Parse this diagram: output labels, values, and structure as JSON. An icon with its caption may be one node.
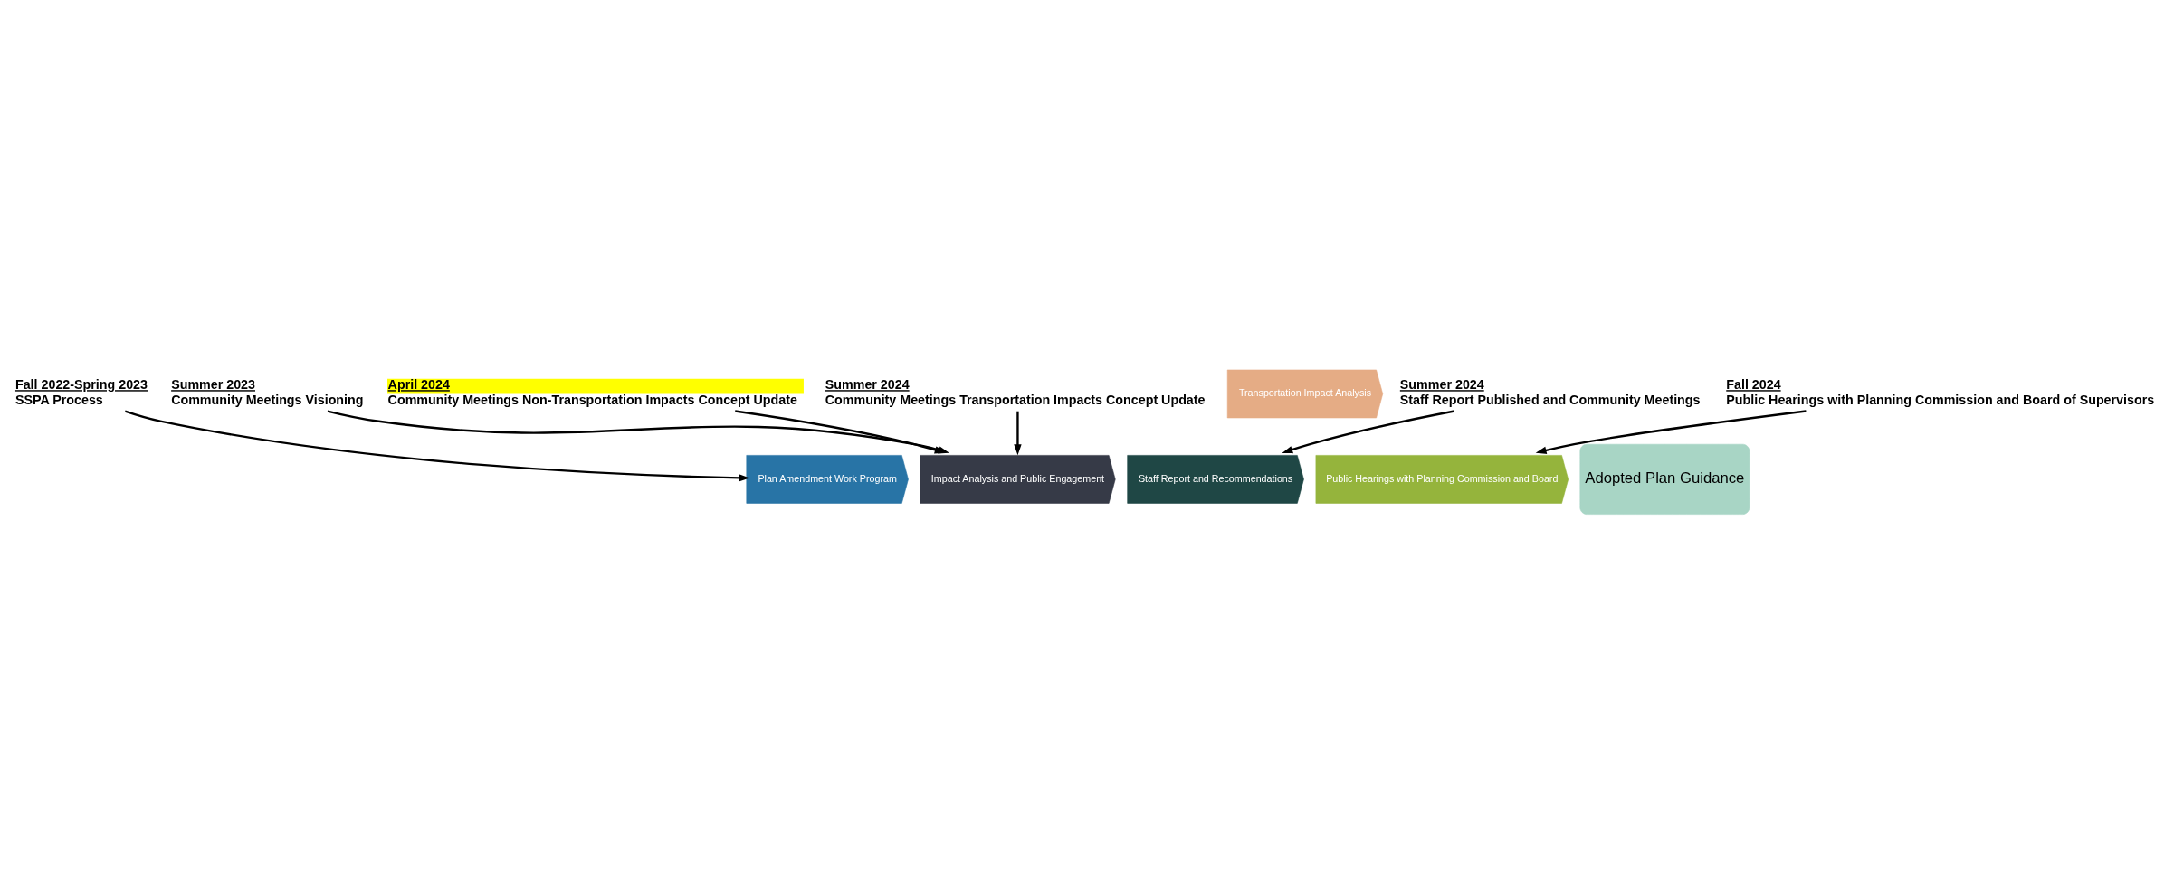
{
  "diagram": {
    "nodes": [
      {
        "text": [
          "Fall 2022-Spring 2023",
          "SSPA Process"
        ]
      },
      {
        "text": [
          "Summer 2023",
          "Community Meetings Visioning"
        ]
      },
      {
        "text": [
          "April 2024",
          "Community Meetings Non-Transportation Impacts Concept Update"
        ]
      },
      {
        "text": [
          "Summer 2024",
          "Community Meetings Transportation Impacts Concept Update"
        ]
      },
      {
        "text": [
          "Summer 2024",
          "Staff Report Published and Community Meetings"
        ]
      },
      {
        "text": [
          "Fall 2024",
          "Public Hearings with Planning Commission and Board of Supervisors"
        ]
      },
      {
        "text": [
          "Transportation Impact Analysis"
        ]
      },
      {
        "text": [
          "Plan Amendment Work Program"
        ]
      },
      {
        "text": [
          "Impact Analysis and Public Engagement"
        ]
      },
      {
        "text": [
          "Staff Report and Recommendations"
        ]
      },
      {
        "text": [
          "Public Hearings with Planning Commission and Board"
        ]
      },
      {
        "text": [
          "Adopted Plan Guidance"
        ]
      }
    ],
    "edges": [
      {
        "from": 0,
        "to": 7,
        "arrow": "to"
      },
      {
        "from": 1,
        "to": 8,
        "arrow": "to"
      },
      {
        "from": 2,
        "to": 8,
        "arrow": "to"
      },
      {
        "from": 3,
        "to": 8,
        "arrow": "to"
      },
      {
        "from": 4,
        "to": 9,
        "arrow": "to"
      },
      {
        "from": 5,
        "to": 10,
        "arrow": "to"
      }
    ]
  }
}
